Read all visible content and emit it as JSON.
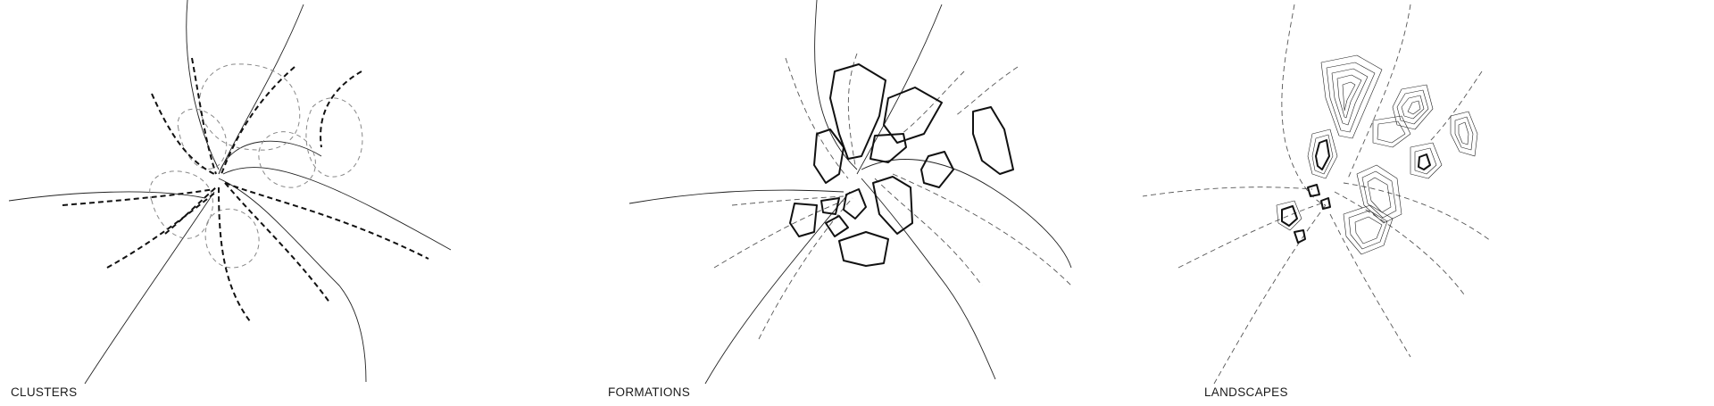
{
  "panels": [
    {
      "caption": "CLUSTERS"
    },
    {
      "caption": "FORMATIONS"
    },
    {
      "caption": "LANDSCAPES"
    }
  ]
}
